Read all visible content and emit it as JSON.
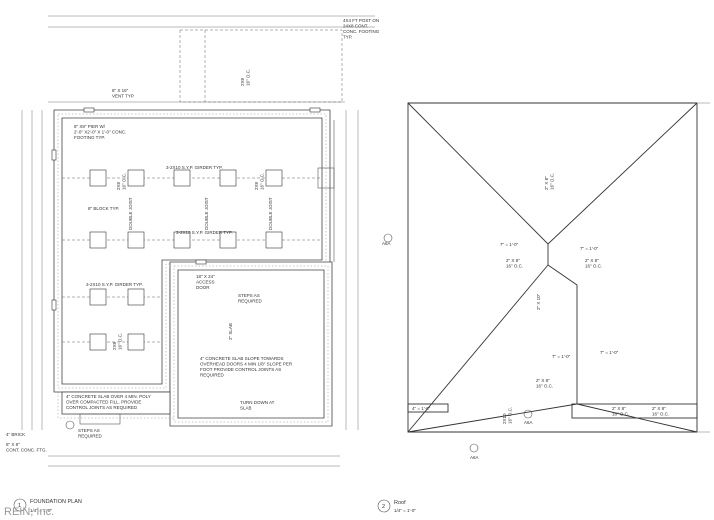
{
  "watermark": "REIN, Inc.",
  "foundation": {
    "title": "FOUNDATION PLAN",
    "scale": "1/4\" = 1'-0\"",
    "notes": {
      "top_right": "4X4 FT POST ON\n24X8 CONT.\nCONC. FOOTING\nTYP.",
      "vent": "8\" X 16\"\nVENT TYP.",
      "pier": "8\" X8\" PIER W/\n2'-0\" X2'-0\" X 1'-0\" CONC.\nFOOTING TYP.",
      "girder_top": "3-2X10 S.Y.P. GIRDER TYP.",
      "girder_mid": "3-2X10 S.Y.P. GIRDER TYP.",
      "girder_low": "3-2X10 S.Y.P. GIRDER TYP.",
      "block": "8\" BLOCK TYP.",
      "double_joist_1": "DOUBLE JOIST",
      "double_joist_2": "DOUBLE JOIST",
      "double_joist_3": "DOUBLE JOIST",
      "joists_1": "2X8\n16\" O.C.",
      "joists_2": "2X8\n16\" O.C.",
      "joists_3": "2X8\n16\" O.C.",
      "joists_4": "2X8\n16\" O.C.",
      "access": "18\" X 24\"\nACCESS\nDOOR",
      "steps_right": "STEPS AS\nREQUIRED",
      "slab_garage": "4\" CONCRETE SLAB SLOPE TOWARDS\nOVERHEAD DOORS 4 MIN 1/8\" SLOPE PER\nFOOT PROVIDE CONTROL JOINTS AS\nREQUIRED",
      "slab_porch": "4\" CONCRETE SLAB OVER 4 MIN. POLY\nOVER COMPACTED FILL. PROVIDE\nCONTROL JOINTS AS REQUIRED",
      "turn_down": "TURN DOWN AT\nSLAB",
      "steps_bottom": "STEPS AS\nREQUIRED",
      "brick": "4\" BRICK",
      "footing": "8\" X 8\"\nCONT. CONC. FTG.",
      "slab_up": "2\" SLAB"
    }
  },
  "roof": {
    "title": "Roof",
    "scale": "1/4\" = 1'-0\"",
    "label_a": "A6A",
    "label_b": "A6A",
    "label_c": "A6A",
    "pitch_left": "7\" = 1'-0\"",
    "pitch_right": "7\" = 1'-0\"",
    "pitch_mid": "7\" = 1'-0\"",
    "pitch_low": "7\" = 1'-0\"",
    "pitch_bottom": "4\" = 1'-0\"",
    "rafters_top": "2\" X 8\"\n16\" O.C.",
    "rafters_mid": "2\" X 8\"\n16\" O.C.",
    "rafters_left": "2\" X 8\"\n16\" O.C.",
    "rafters_low": "2\" X 8\"\n16\" O.C.",
    "rafters_r1": "2\" X 8\"\n16\" O.C.",
    "rafters_r2": "2\" X 8\"\n16\" O.C.",
    "ridge": "2\" X 10\"",
    "ridge_lower": "2X10\n16\" O.C."
  },
  "markers": {
    "foundation_num": "1",
    "roof_num": "2",
    "section_left": "1",
    "section_right": "1",
    "section_bottom": "1"
  }
}
